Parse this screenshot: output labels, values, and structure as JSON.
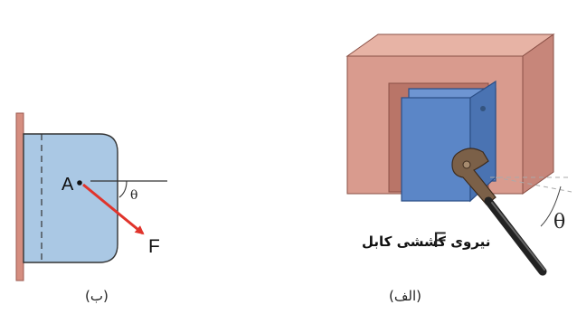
{
  "figure_a": {
    "caption": "(الف)",
    "force_symbol": "F",
    "angle_symbol": "θ",
    "force_label": "نیروی کششی کابل"
  },
  "figure_b": {
    "caption": "(ب)",
    "point_label": "A",
    "force_symbol": "F",
    "angle_symbol": "θ"
  },
  "colors": {
    "wall_brick": "#d99b8e",
    "bracket_blue": "#5b86c7",
    "bracket_light_blue": "#aac8e4",
    "force_arrow_red": "#e0342c",
    "wall_edge_b": "#c0786a"
  }
}
